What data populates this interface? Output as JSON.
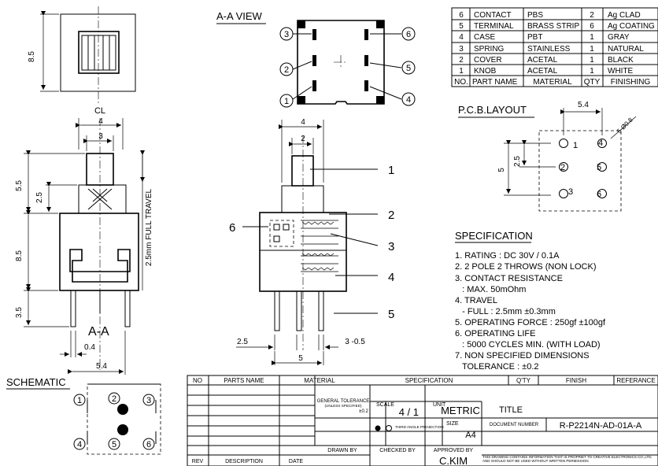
{
  "bom": {
    "rows": [
      {
        "no": "6",
        "part": "CONTACT",
        "material": "PBS",
        "qty": "2",
        "finishing": "Ag CLAD"
      },
      {
        "no": "5",
        "part": "TERMINAL",
        "material": "BRASS STRIP",
        "qty": "6",
        "finishing": "Ag COATING"
      },
      {
        "no": "4",
        "part": "CASE",
        "material": "PBT",
        "qty": "1",
        "finishing": "GRAY"
      },
      {
        "no": "3",
        "part": "SPRING",
        "material": "STAINLESS",
        "qty": "1",
        "finishing": "NATURAL"
      },
      {
        "no": "2",
        "part": "COVER",
        "material": "ACETAL",
        "qty": "1",
        "finishing": "BLACK"
      },
      {
        "no": "1",
        "part": "KNOB",
        "material": "ACETAL",
        "qty": "1",
        "finishing": "WHITE"
      }
    ],
    "header": {
      "no": "NO.",
      "part": "PART NAME",
      "material": "MATERIAL",
      "qty": "QTY",
      "finishing": "FINISHING"
    }
  },
  "views": {
    "aa_view": "A-A VIEW",
    "pcb_layout": "P.C.B.LAYOUT",
    "schematic": "SCHEMATIC",
    "section_mark": "A-A",
    "cl": "CL",
    "full_travel": "2.5mm FULL TRAVEL"
  },
  "pins": [
    "1",
    "2",
    "3",
    "4",
    "5",
    "6"
  ],
  "callouts": [
    "1",
    "2",
    "3",
    "4",
    "5",
    "6"
  ],
  "dims": {
    "top_height": "8.5",
    "front_w4": "4",
    "front_w3": "3",
    "front_knob": "5.5",
    "front_knob_travel": "2.5",
    "front_body": "8.5",
    "front_pin": "3.5",
    "front_pin_t": "0.4",
    "front_base": "5.4",
    "side_w4": "4",
    "side_w2": "2",
    "side_pitch": "2.5",
    "side_pitch2": "3 -0.5",
    "side_base": "5",
    "pcb_w": "5.4",
    "pcb_h": "5",
    "pcb_pitch": "2.5",
    "pcb_hole": "5-Ø0.8"
  },
  "specification": {
    "title": "SPECIFICATION",
    "lines": [
      "1. RATING : DC 30V / 0.1A",
      "2. 2 POLE 2 THROWS (NON LOCK)",
      "3. CONTACT RESISTANCE",
      "   : MAX. 50mOhm",
      "4. TRAVEL",
      "   - FULL : 2.5mm ±0.3mm",
      "5. OPERATING FORCE : 250gf ±100gf",
      "6. OPERATING LIFE",
      "   : 5000 CYCLES MIN. (WITH LOAD)",
      "7. NON SPECIFIED DIMENSIONS",
      "   TOLERANCE : ±0.2"
    ]
  },
  "title_block": {
    "headers": {
      "no": "NO",
      "part_name": "PARTS NAME",
      "material": "MATERIAL",
      "specification": "SPECIFICATION",
      "qty": "Q'TY",
      "finish": "FINISH",
      "reference": "REFERANCE"
    },
    "general_tolerance": "GENERAL TOLERANCE",
    "unless_specified": "(UNLESS SPECIFIED)",
    "tolerance_value": "±0.2",
    "scale_label": "SCALE",
    "scale": "4 / 1",
    "unit_label": "UNIT",
    "unit": "METRIC",
    "title_label": "TITLE",
    "projection": "THIRD ANGLE PROJECTION",
    "size_label": "SIZE",
    "size": "A4",
    "document_label": "DOCUMENT NUMBER",
    "document": "R-P2214N-AD-01A-A",
    "drawn_by": "DRAWN BY",
    "checked_by": "CHECKED BY",
    "approved_by": "APPROVED BY",
    "approver": "C.KIM",
    "rev": "REV",
    "description": "DESCRIPTION",
    "date": "DATE",
    "notice": "THIS DRAWING CONTAINS INFORMATION THAT IS PROPRIET TO CREATIVE ELECTRONICS CO.,LTD. AND SHOULD NOT BE USED WITHOUT WRITTEN PERMISSION"
  }
}
